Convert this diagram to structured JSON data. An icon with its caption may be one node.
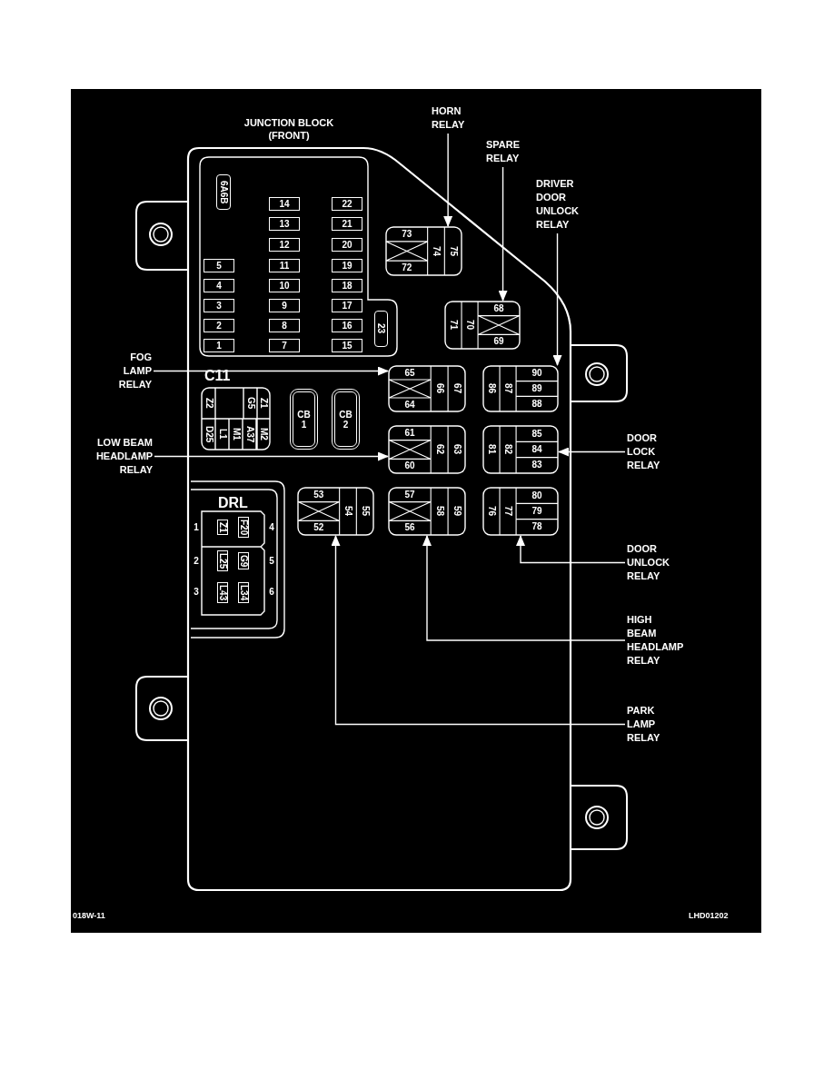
{
  "diagram": {
    "nodes": [
      {
        "text": [
          "JUNCTION BLOCK (FRONT)"
        ]
      },
      {
        "text": [],
        "shape": "box",
        "in": 0
      },
      {
        "text": [
          "6A6B"
        ],
        "in": 1
      },
      {
        "text": [
          "14"
        ],
        "in": 1
      },
      {
        "text": [
          "22"
        ],
        "in": 1
      },
      {
        "text": [
          "13"
        ],
        "in": 1
      },
      {
        "text": [
          "21"
        ],
        "in": 1
      },
      {
        "text": [
          "12"
        ],
        "in": 1
      },
      {
        "text": [
          "20"
        ],
        "in": 1
      },
      {
        "text": [
          "5"
        ],
        "in": 1
      },
      {
        "text": [
          "11"
        ],
        "in": 1
      },
      {
        "text": [
          "19"
        ],
        "in": 1
      },
      {
        "text": [
          "4"
        ],
        "in": 1
      },
      {
        "text": [
          "10"
        ],
        "in": 1
      },
      {
        "text": [
          "18"
        ],
        "in": 1
      },
      {
        "text": [
          "3"
        ],
        "in": 1
      },
      {
        "text": [
          "9"
        ],
        "in": 1
      },
      {
        "text": [
          "17"
        ],
        "in": 1
      },
      {
        "text": [
          "2"
        ],
        "in": 1
      },
      {
        "text": [
          "8"
        ],
        "in": 1
      },
      {
        "text": [
          "16"
        ],
        "in": 1
      },
      {
        "text": [
          "23"
        ],
        "in": 1
      },
      {
        "text": [
          "1"
        ],
        "in": 1
      },
      {
        "text": [
          "7"
        ],
        "in": 1
      },
      {
        "text": [
          "15"
        ],
        "in": 1
      },
      {
        "text": [
          "HORN RELAY"
        ]
      },
      {
        "text": [
          "SPARE RELAY"
        ]
      },
      {
        "text": [
          "DRIVER DOOR UNLOCK RELAY"
        ]
      },
      {
        "text": [
          "73",
          "72",
          "74",
          "75"
        ],
        "in": 0
      },
      {
        "text": [
          "71",
          "70",
          "68",
          "69"
        ],
        "in": 0
      },
      {
        "text": [
          "FOG LAMP RELAY"
        ]
      },
      {
        "text": [
          "C11",
          "Z2",
          "G5",
          "Z1",
          "D25",
          "L1",
          "M1",
          "A37",
          "M2"
        ],
        "in": 0
      },
      {
        "text": [
          "CB 1"
        ],
        "in": 0
      },
      {
        "text": [
          "CB 2"
        ],
        "in": 0
      },
      {
        "text": [
          "65",
          "64",
          "66",
          "67"
        ],
        "in": 0
      },
      {
        "text": [
          "86",
          "87",
          "90",
          "89",
          "88"
        ],
        "in": 0
      },
      {
        "text": [
          "LOW BEAM HEADLAMP RELAY"
        ]
      },
      {
        "text": [
          "61",
          "60",
          "62",
          "63"
        ],
        "in": 0
      },
      {
        "text": [
          "81",
          "82",
          "85",
          "84",
          "83"
        ],
        "in": 0
      },
      {
        "text": [
          "DOOR LOCK RELAY"
        ]
      },
      {
        "text": [
          "DRL",
          "Z1",
          "F20",
          "L25",
          "G9",
          "L43",
          "L34",
          "1",
          "4",
          "2",
          "5",
          "3",
          "6"
        ],
        "in": 0
      },
      {
        "text": [
          "53",
          "52",
          "54",
          "55"
        ],
        "in": 0
      },
      {
        "text": [
          "57",
          "56",
          "58",
          "59"
        ],
        "in": 0
      },
      {
        "text": [
          "76",
          "77",
          "80",
          "79",
          "78"
        ],
        "in": 0
      },
      {
        "text": [
          "DOOR UNLOCK RELAY"
        ]
      },
      {
        "text": [
          "HIGH BEAM HEADLAMP RELAY"
        ]
      },
      {
        "text": [
          "PARK LAMP RELAY"
        ]
      }
    ],
    "edges": [
      {
        "from": 25,
        "to": 28,
        "arrow": "to"
      },
      {
        "from": 26,
        "to": 29,
        "arrow": "to"
      },
      {
        "from": 27,
        "to": 35,
        "arrow": "to"
      },
      {
        "from": 30,
        "to": 34,
        "arrow": "to"
      },
      {
        "from": 36,
        "to": 37,
        "arrow": "to"
      },
      {
        "from": 39,
        "to": 38,
        "arrow": "to"
      },
      {
        "from": 44,
        "to": 43,
        "arrow": "to"
      },
      {
        "from": 45,
        "to": 42,
        "arrow": "to"
      },
      {
        "from": 46,
        "to": 41,
        "arrow": "to"
      }
    ],
    "labels": [
      "018W-11",
      "LHD01202"
    ]
  }
}
